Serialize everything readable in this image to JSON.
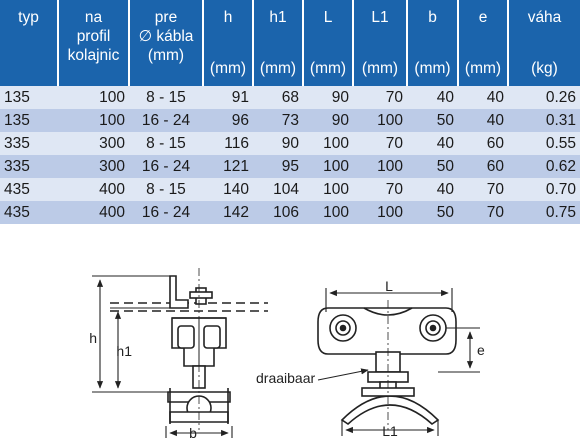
{
  "table": {
    "headers": [
      {
        "name": "typ",
        "lines": [
          "typ",
          ""
        ]
      },
      {
        "name": "profil",
        "lines": [
          "na",
          "profil",
          "kolajnic"
        ]
      },
      {
        "name": "kabla",
        "lines": [
          "pre",
          "∅ kábla",
          "(mm)"
        ]
      },
      {
        "name": "h",
        "lines": [
          "h",
          "(mm)"
        ]
      },
      {
        "name": "h1",
        "lines": [
          "h1",
          "(mm)"
        ]
      },
      {
        "name": "L",
        "lines": [
          "L",
          "(mm)"
        ]
      },
      {
        "name": "L1",
        "lines": [
          "L1",
          "(mm)"
        ]
      },
      {
        "name": "b",
        "lines": [
          "b",
          "(mm)"
        ]
      },
      {
        "name": "e",
        "lines": [
          "e",
          "(mm)"
        ]
      },
      {
        "name": "vaha",
        "lines": [
          "váha",
          "(kg)"
        ]
      }
    ],
    "rows": [
      [
        "135",
        "100",
        "8 - 15",
        "91",
        "68",
        "90",
        "70",
        "40",
        "40",
        "0.26"
      ],
      [
        "135",
        "100",
        "16 - 24",
        "96",
        "73",
        "90",
        "100",
        "50",
        "40",
        "0.31"
      ],
      [
        "335",
        "300",
        "8 - 15",
        "116",
        "90",
        "100",
        "70",
        "40",
        "60",
        "0.55"
      ],
      [
        "335",
        "300",
        "16 - 24",
        "121",
        "95",
        "100",
        "100",
        "50",
        "60",
        "0.62"
      ],
      [
        "435",
        "400",
        "8 - 15",
        "140",
        "104",
        "100",
        "70",
        "40",
        "70",
        "0.70"
      ],
      [
        "435",
        "400",
        "16 - 24",
        "142",
        "106",
        "100",
        "100",
        "50",
        "70",
        "0.75"
      ]
    ]
  },
  "drawing_left": {
    "h": "h",
    "h1": "h1",
    "b": "b"
  },
  "drawing_right": {
    "L": "L",
    "L1": "L1",
    "e": "e",
    "note": "draaibaar"
  },
  "colors": {
    "header_bg": "#1b64ac",
    "row_light": "#dfe7f4",
    "row_dark": "#bccbe7"
  }
}
